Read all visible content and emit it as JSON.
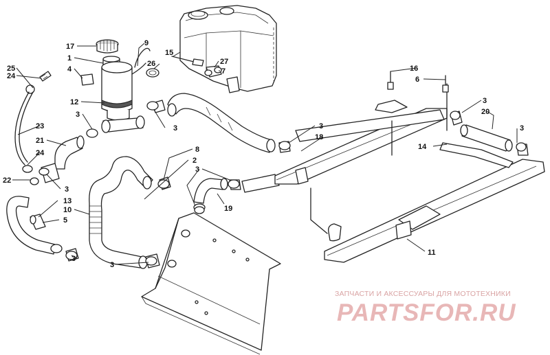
{
  "callouts": {
    "c1": "17",
    "c2": "1",
    "c3": "4",
    "c4": "9",
    "c5": "15",
    "c6": "26",
    "c7": "27",
    "c8": "7",
    "c9": "25",
    "c10": "24",
    "c11": "12",
    "c12": "3",
    "c13": "3",
    "c14": "23",
    "c15": "21",
    "c16": "24",
    "c17": "22",
    "c18": "3",
    "c19": "13",
    "c20": "10",
    "c21": "5",
    "c22": "3",
    "c23": "3",
    "c24": "8",
    "c25": "2",
    "c26": "3",
    "c27": "19",
    "c28": "3",
    "c29": "18",
    "c30": "16",
    "c31": "6",
    "c32": "3",
    "c33": "20",
    "c34": "3",
    "c35": "14",
    "c36": "11"
  },
  "watermark": {
    "tagline": "ЗАПЧАСТИ И АКСЕССУАРЫ ДЛЯ МОТОТЕХНИКИ",
    "brand": "PARTSFOR.RU"
  },
  "colors": {
    "line": "#222222",
    "watermark": "#e8b7b7"
  }
}
